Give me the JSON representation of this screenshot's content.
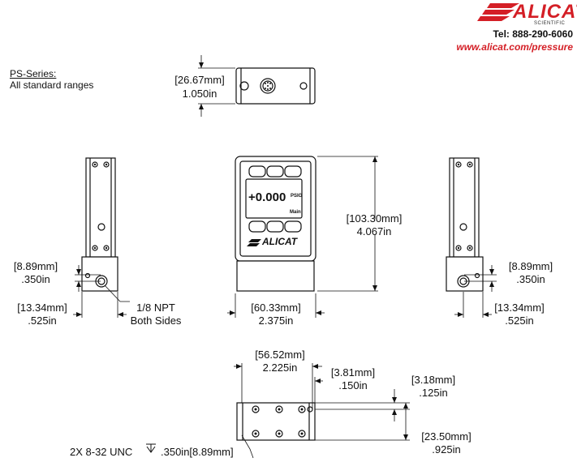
{
  "brand": {
    "name": "ALICAT",
    "tagline": "SCIENTIFIC",
    "tel": "Tel: 888-290-6060",
    "web": "www.alicat.com/pressure",
    "color": "#d41f26"
  },
  "series": {
    "name": "PS-Series:",
    "desc": "All standard ranges"
  },
  "device_display": {
    "value": "+0.000",
    "unit": "PSIG",
    "sub": "Main",
    "logo": "ALICAT"
  },
  "dims": {
    "top_height_mm": "[26.67mm]",
    "top_height_in": "1.050in",
    "left_port_mm": "[8.89mm]",
    "left_port_in": ".350in",
    "left_width_mm": "[13.34mm]",
    "left_width_in": ".525in",
    "npt_line1": "1/8 NPT",
    "npt_line2": "Both Sides",
    "front_width_mm": "[60.33mm]",
    "front_width_in": "2.375in",
    "front_height_mm": "[103.30mm]",
    "front_height_in": "4.067in",
    "right_port_mm": "[8.89mm]",
    "right_port_in": ".350in",
    "right_width_mm": "[13.34mm]",
    "right_width_in": ".525in",
    "bottom_holes_mm": "[56.52mm]",
    "bottom_holes_in": "2.225in",
    "bottom_edge_mm": "[3.81mm]",
    "bottom_edge_in": ".150in",
    "bottom_edge2_mm": "[3.18mm]",
    "bottom_edge2_in": ".125in",
    "bottom_depth_mm": "[23.50mm]",
    "bottom_depth_in": ".925in",
    "thread_spec_left": "2X 8-32 UNC",
    "thread_spec_right": ".350in[8.89mm]"
  }
}
